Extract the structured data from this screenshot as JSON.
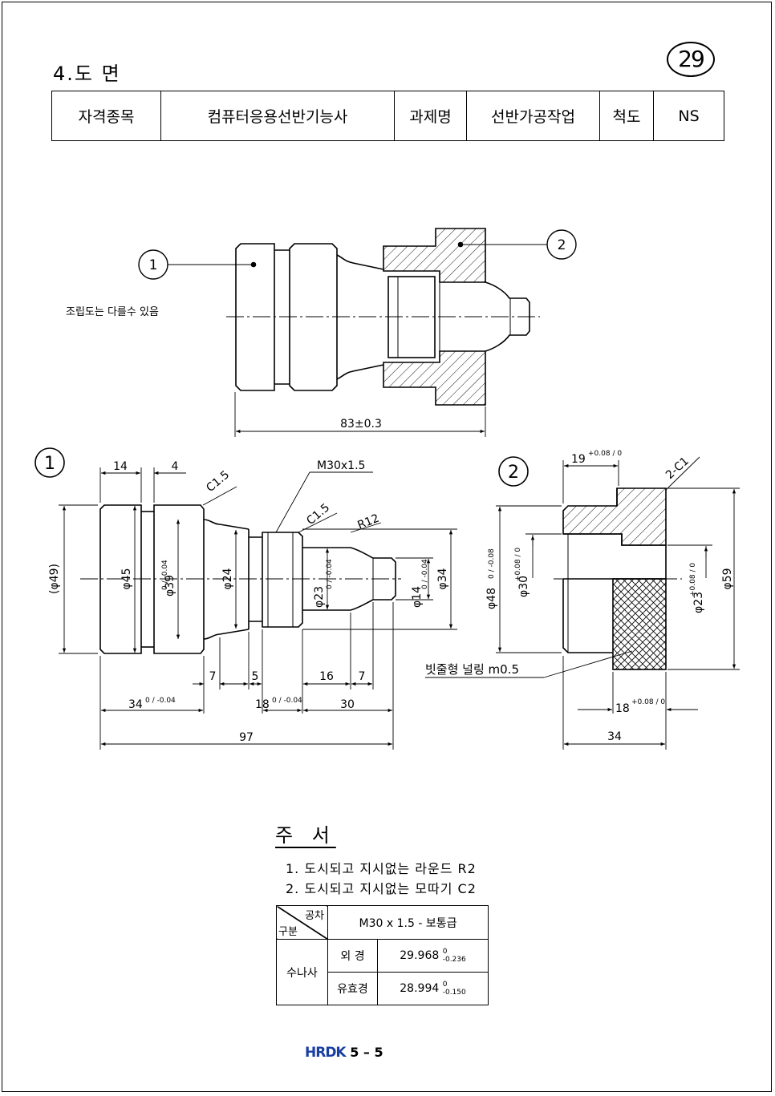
{
  "section_title": "4.도 면",
  "page_number": "29",
  "header": {
    "labels": [
      "자격종목",
      "컴퓨터응용선반기능사",
      "과제명",
      "선반가공작업",
      "척도",
      "NS"
    ]
  },
  "assembly": {
    "note": "조립도는 다를수 있음",
    "balloon_1": "1",
    "balloon_2": "2",
    "length_dim": "83±0.3"
  },
  "part1": {
    "balloon": "1",
    "dims": {
      "d14": "14",
      "d4": "4",
      "c15a": "C1.5",
      "thread": "M30x1.5",
      "c15b": "C1.5",
      "r12": "R12",
      "phi49": "(φ49)",
      "phi45": "φ45",
      "phi39": "φ39",
      "phi39_tol": "0 / -0.04",
      "phi24": "φ24",
      "phi23": "φ23",
      "phi23_tol": "0 / -0.04",
      "phi14": "φ14",
      "phi14_tol": "0 / -0.04",
      "phi34": "φ34",
      "d7a": "7",
      "d5": "5",
      "d16": "16",
      "d7b": "7",
      "d34": "34",
      "d34_tol": "0 / -0.04",
      "d18": "18",
      "d18_tol": "0 / -0.04",
      "d30": "30",
      "d97": "97"
    }
  },
  "part2": {
    "balloon": "2",
    "dims": {
      "d19": "19",
      "d19_tol": "+0.08 / 0",
      "c1": "2-C1",
      "phi48": "φ48",
      "phi48_tol": "0 / -0.08",
      "phi30": "φ30",
      "phi30_tol": "+0.08 / 0",
      "phi23": "φ23",
      "phi23_tol": "+0.08 / 0",
      "phi59": "φ59",
      "knurl": "빗줄형 널링 m0.5",
      "d18": "18",
      "d18_tol": "+0.08 / 0",
      "d34": "34"
    }
  },
  "notes": {
    "title": "주 서",
    "items": [
      "1. 도시되고 지시없는 라운드 R2",
      "2. 도시되고 지시없는 모따기 C2"
    ]
  },
  "thread_table": {
    "corner_top": "공차",
    "corner_bottom": "구분",
    "header": "M30 x 1.5 - 보통급",
    "row_label": "수나사",
    "rows": [
      {
        "name": "외 경",
        "value": "29.968",
        "tol_upper": "0",
        "tol_lower": "-0.236"
      },
      {
        "name": "유효경",
        "value": "28.994",
        "tol_upper": "0",
        "tol_lower": "-0.150"
      }
    ]
  },
  "footer": {
    "logo": "HRDK",
    "page": "5 – 5"
  },
  "colors": {
    "line": "#000000",
    "logo": "#1a3fa3"
  }
}
